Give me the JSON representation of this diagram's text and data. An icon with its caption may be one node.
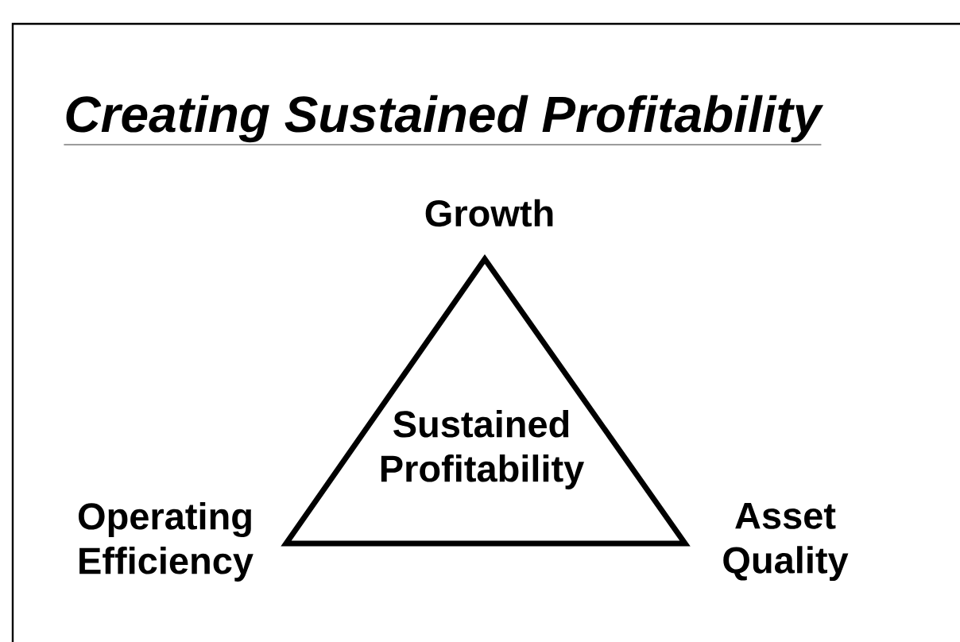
{
  "diagram": {
    "title": "Creating Sustained Profitability",
    "nodes": [
      {
        "text": [
          "Sustained Profitability"
        ]
      }
    ],
    "labels": [
      "Growth",
      "Operating Efficiency",
      "Asset Quality"
    ]
  }
}
